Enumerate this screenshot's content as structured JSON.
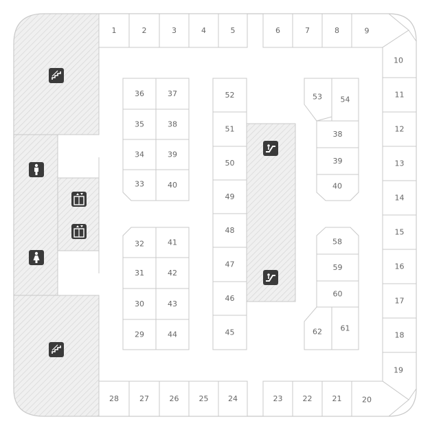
{
  "map": {
    "stores": {
      "top_left": [
        "1",
        "2",
        "3",
        "4",
        "5"
      ],
      "top_right": [
        "6",
        "7",
        "8",
        "9"
      ],
      "right": [
        "10",
        "11",
        "12",
        "13",
        "14",
        "15",
        "16",
        "17",
        "18",
        "19"
      ],
      "bottom_right": [
        "23",
        "22",
        "21",
        "20"
      ],
      "bottom_left": [
        "28",
        "27",
        "26",
        "25",
        "24"
      ],
      "block_upper_left": [
        "36",
        "37",
        "35",
        "38",
        "34",
        "39",
        "33",
        "40"
      ],
      "block_lower_left": [
        "32",
        "41",
        "31",
        "42",
        "30",
        "43",
        "29",
        "44"
      ],
      "center_column": [
        "52",
        "51",
        "50",
        "49",
        "48",
        "47",
        "46",
        "45"
      ],
      "block_upper_right": [
        "53",
        "54",
        "38",
        "39",
        "40"
      ],
      "block_lower_right": [
        "58",
        "59",
        "60",
        "62",
        "61"
      ]
    },
    "icons": {
      "stairs": "stairs-icon",
      "escalator": "escalator-icon",
      "elevator": "elevator-icon",
      "restroom": "restroom-icon"
    },
    "colors": {
      "outline": "#c8c8c8",
      "label": "#666666",
      "hatch_fill": "#f0f0f0",
      "icon_bg": "#3a3a3a"
    }
  }
}
